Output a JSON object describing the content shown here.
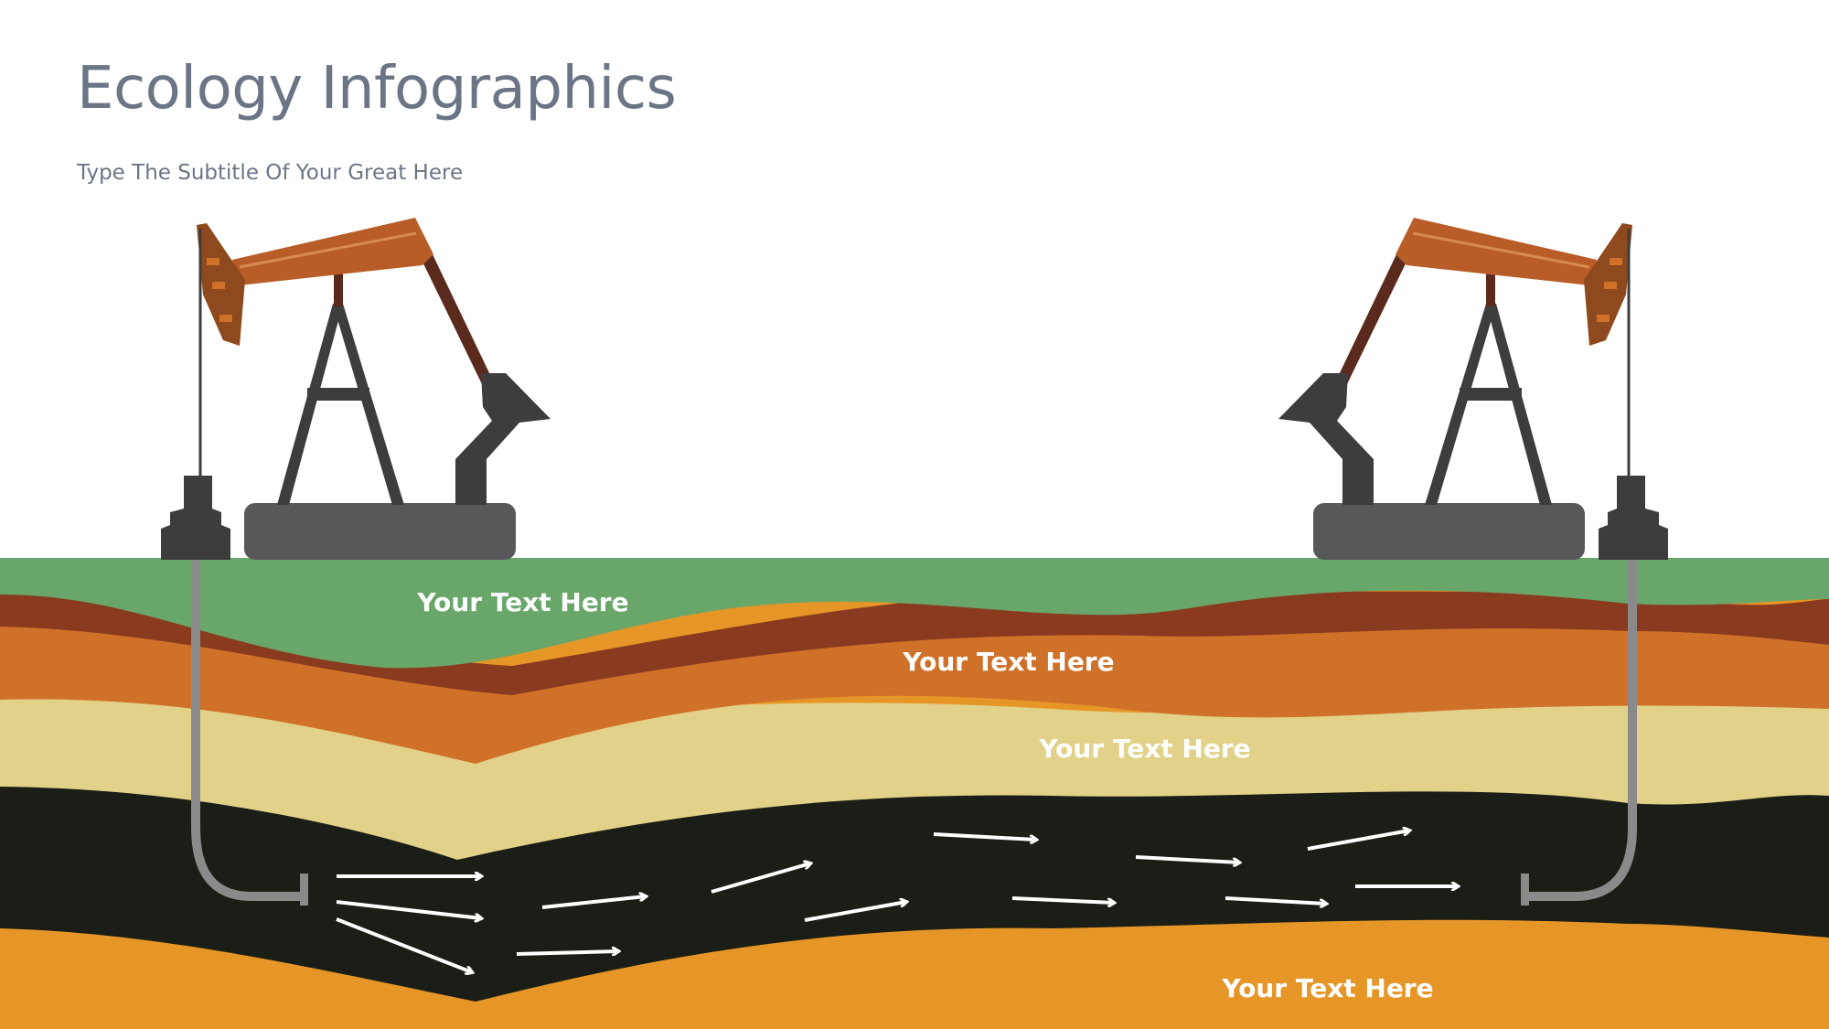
{
  "slide": {
    "title": "Ecology Infographics",
    "subtitle": "Type The Subtitle Of Your Great Here"
  },
  "layers": [
    {
      "label": "Your Text Here",
      "color": "#68a66a"
    },
    {
      "label": "Your Text Here",
      "color": "#d07129"
    },
    {
      "label": "Your Text Here",
      "color": "#e2d189"
    },
    {
      "label": "Your Text Here",
      "color": "#e69627"
    }
  ],
  "colors": {
    "topsoil": "#68a66a",
    "clay_band": "#8a3a1e",
    "orange_rock": "#d07129",
    "sand": "#e2d189",
    "oil": "#1b1e16",
    "bedrock": "#e69627",
    "pump_beam": "#b85d28",
    "pump_head": "#8e4a1e",
    "pump_frame": "#3d3d3d",
    "pump_base": "#58585a",
    "pipe": "#8a8a8a",
    "arrow": "#ffffff"
  },
  "icons": [
    "pumpjack-left-icon",
    "pumpjack-right-icon",
    "flow-arrow-icon"
  ]
}
